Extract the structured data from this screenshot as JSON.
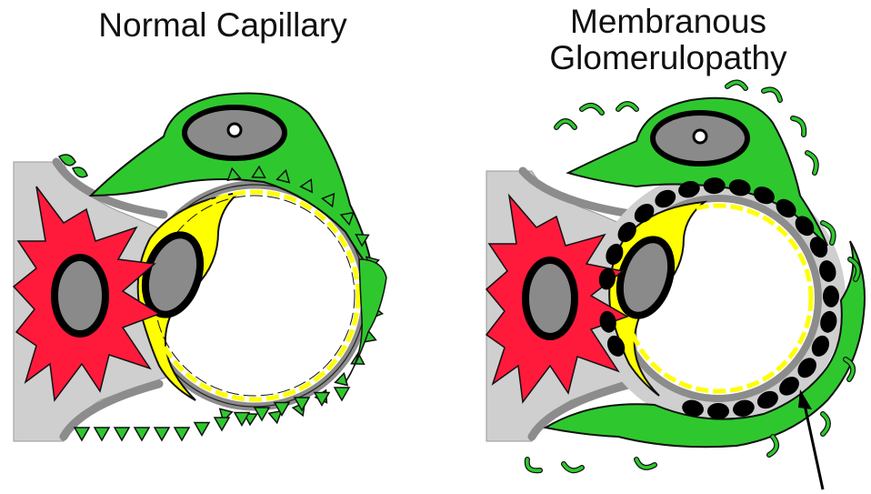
{
  "titles": {
    "left": "Normal Capillary",
    "right_line1": "Membranous",
    "right_line2": "Glomerulopathy"
  },
  "colors": {
    "podocyte": "#2ec82e",
    "endothelial": "#ffff00",
    "mesangial": "#ff1a3c",
    "basement_membrane": "#8c8c8c",
    "nucleus_fill": "#8a8a8a",
    "immune_deposit": "#000000",
    "mesangial_matrix": "#cfcfcf"
  }
}
